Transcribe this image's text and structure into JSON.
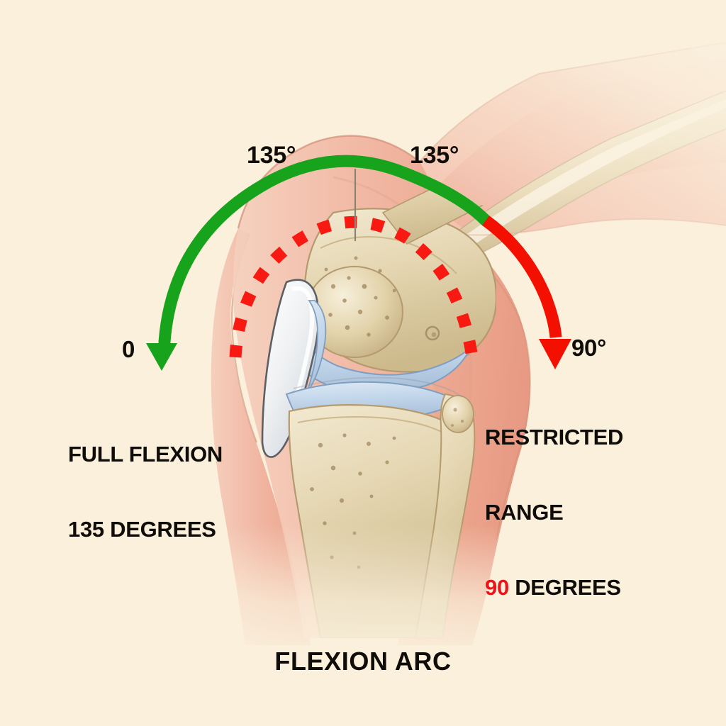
{
  "figure": {
    "caption": "FLEXION ARC",
    "background_color": "#faf0dc"
  },
  "arcs": {
    "normal": {
      "label_left": "135°",
      "label_right": "135°",
      "color": "#17a31c",
      "start_marker": "0",
      "style": "solid"
    },
    "restricted": {
      "label": "90°",
      "color": "#f41000",
      "style": "solid"
    },
    "inner_dotted": {
      "color": "#f81a12",
      "style": "dotted"
    }
  },
  "annotations": {
    "left": {
      "line1": "FULL FLEXION",
      "line2": "135 DEGREES"
    },
    "right": {
      "line1": "RESTRICTED",
      "line2": "RANGE",
      "value": "90",
      "unit": "DEGREES"
    }
  },
  "anatomy": {
    "parts": [
      "femur",
      "patella",
      "articular-cartilage",
      "tibia",
      "fibula",
      "thigh-soft-tissue",
      "calf-soft-tissue"
    ],
    "skin_color": "#efab97",
    "bone_color": "#e3d5b0",
    "cartilage_color": "#bfd3e8",
    "patella_color": "#eceef0"
  },
  "chart_data": {
    "type": "arc-gauge",
    "title": "FLEXION ARC",
    "unit": "degrees",
    "pivot": "knee-joint-center",
    "series": [
      {
        "name": "Full flexion (normal)",
        "color": "#17a31c",
        "start_deg": 0,
        "end_deg": 135,
        "label": "FULL FLEXION 135 DEGREES",
        "endpoint_marker": "0",
        "arc_labels": [
          "135°",
          "135°"
        ]
      },
      {
        "name": "Restricted range",
        "color": "#f41000",
        "start_deg": 135,
        "end_deg": 90,
        "label": "RESTRICTED RANGE 90 DEGREES",
        "endpoint_marker": "90°"
      }
    ],
    "reference_arc": {
      "name": "Joint contour reference",
      "color": "#f81a12",
      "style": "dotted"
    }
  }
}
